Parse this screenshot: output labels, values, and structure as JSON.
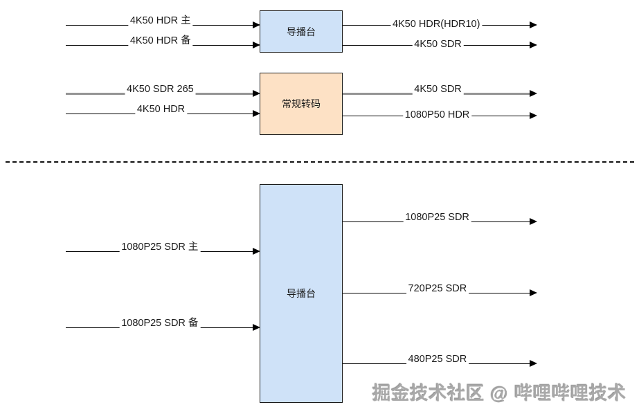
{
  "sections": [
    {
      "node": "导播台",
      "inputs": [
        "4K50 HDR 主",
        "4K50 HDR 备"
      ],
      "outputs": [
        "4K50 HDR(HDR10)",
        "4K50 SDR"
      ]
    },
    {
      "node": "常规转码",
      "inputs": [
        "4K50 SDR 265",
        "4K50 HDR"
      ],
      "outputs": [
        "4K50 SDR",
        "1080P50 HDR"
      ]
    },
    {
      "node": "导播台",
      "inputs": [
        "1080P25 SDR 主",
        "1080P25 SDR 备"
      ],
      "outputs": [
        "1080P25 SDR",
        "720P25 SDR",
        "480P25 SDR"
      ]
    }
  ],
  "watermark": "掘金技术社区 @ 哔哩哔哩技术",
  "colors": {
    "node_blue_fill": "#cfe2f8",
    "node_orange_fill": "#fde1c5",
    "line_black": "#000000",
    "line_grey": "#949494",
    "watermark_grey": "#a9a9a9"
  }
}
